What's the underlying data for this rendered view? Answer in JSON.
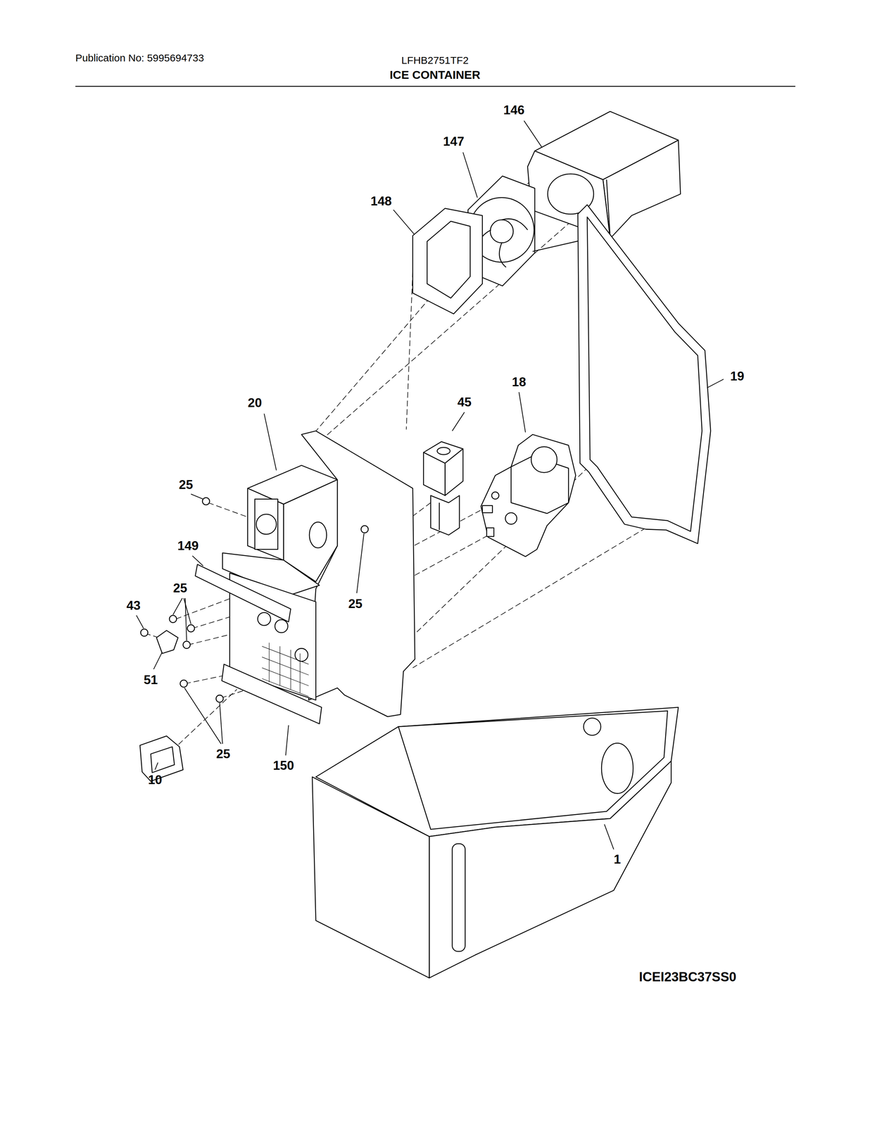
{
  "diagram": {
    "title": "ICE CONTAINER",
    "labels": [
      "Publication No: 5995694733",
      "LFHB2751TF2",
      "146",
      "147",
      "148",
      "19",
      "20",
      "45",
      "18",
      "25",
      "149",
      "25",
      "43",
      "25",
      "51",
      "25",
      "10",
      "150",
      "1",
      "ICEI23BC37SS0"
    ]
  }
}
